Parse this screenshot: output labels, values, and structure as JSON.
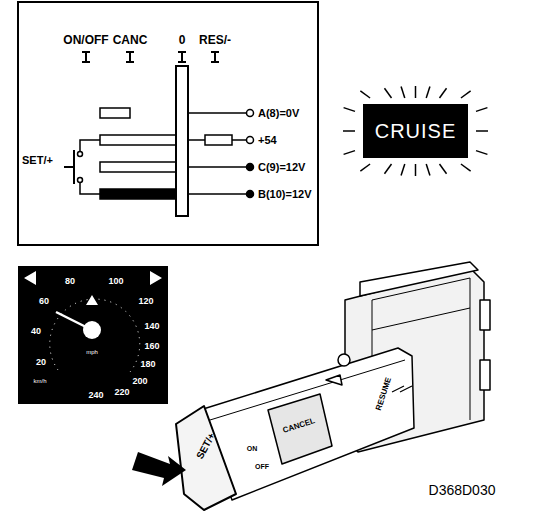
{
  "diagram": {
    "nodes": [
      {
        "text": [
          "CRUISE"
        ]
      }
    ],
    "labels": [
      "ON/OFF",
      "CANC",
      "0",
      "RES/-",
      "SET/+",
      "A(8)=0V",
      "+54",
      "C(9)=12V",
      "B(10)=12V",
      "20",
      "40",
      "60",
      "80",
      "100",
      "120",
      "140",
      "160",
      "180",
      "200",
      "220",
      "240",
      "km/h",
      "mph",
      "SET/+",
      "CANCEL",
      "RESUME",
      "ON",
      "OFF",
      "D368D030"
    ]
  }
}
